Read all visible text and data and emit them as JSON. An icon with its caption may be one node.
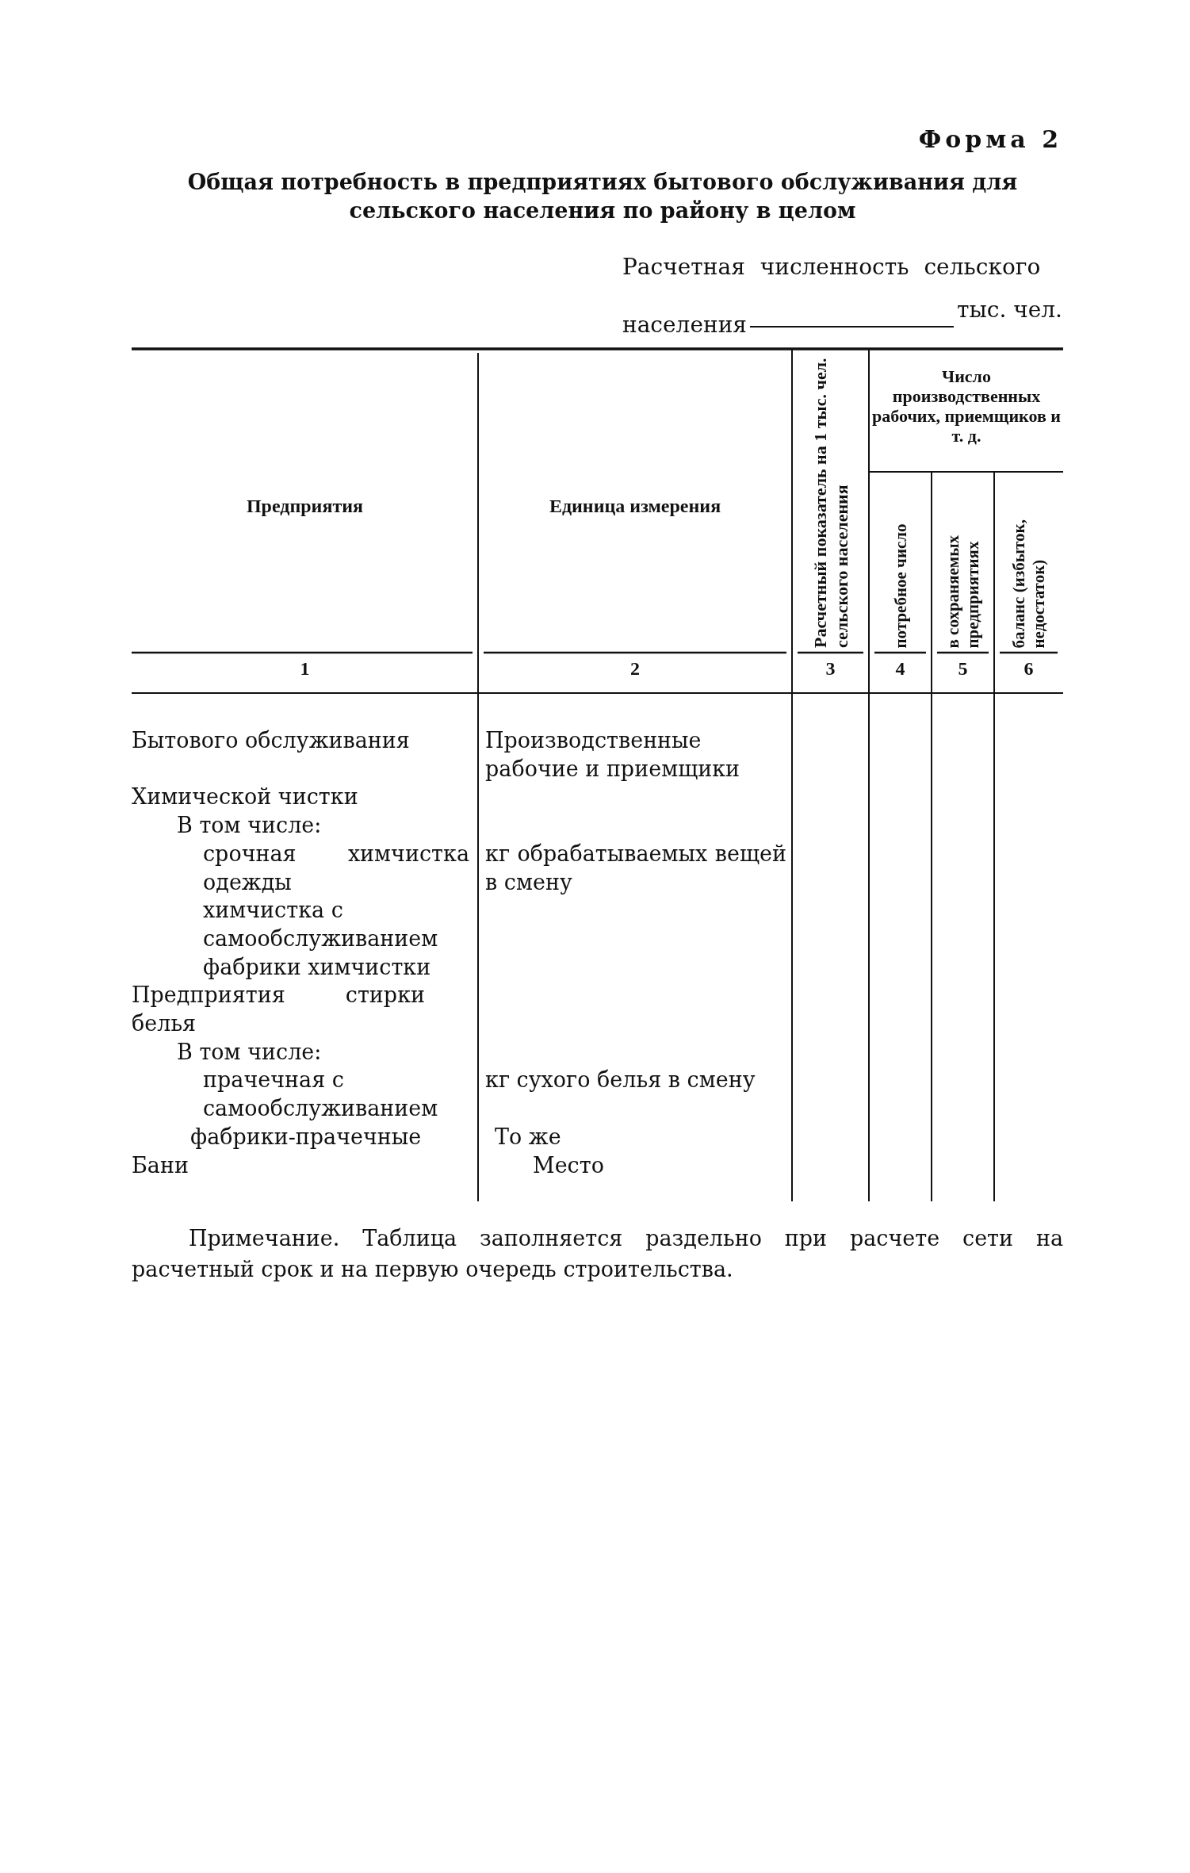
{
  "diagram": {
    "title": "Общая потребность в предприятиях бытового обслуживания для сельского населения по району в целом",
    "labels": [
      "Форма 2",
      "Расчетная численность сельского населения",
      "тыс. чел.",
      "Предприятия",
      "Единица измерения",
      "Расчетный показатель на 1 тыс. чел. сельского населения",
      "Число производственных рабочих, приемщиков и т. д.",
      "потребное число",
      "в сохраняемых предприятиях",
      "баланс (избыток, недостаток)",
      "1",
      "2",
      "3",
      "4",
      "5",
      "6",
      "Бытового обслуживания",
      "Производственные рабочие и приемщики",
      "Химической чистки",
      "В том числе:",
      "срочная химчистка одежды",
      "кг обрабатываемых вещей в смену",
      "химчистка с самообслуживанием",
      "фабрики химчистки",
      "Предприятия стирки белья",
      "В том числе:",
      "прачечная с самообслуживанием",
      "кг сухого белья в смену",
      "фабрики-прачечные",
      "То же",
      "Бани",
      "Место",
      "Примечание. Таблица заполняется раздельно при расчете сети на расчетный срок и на первую очередь строительства."
    ]
  }
}
